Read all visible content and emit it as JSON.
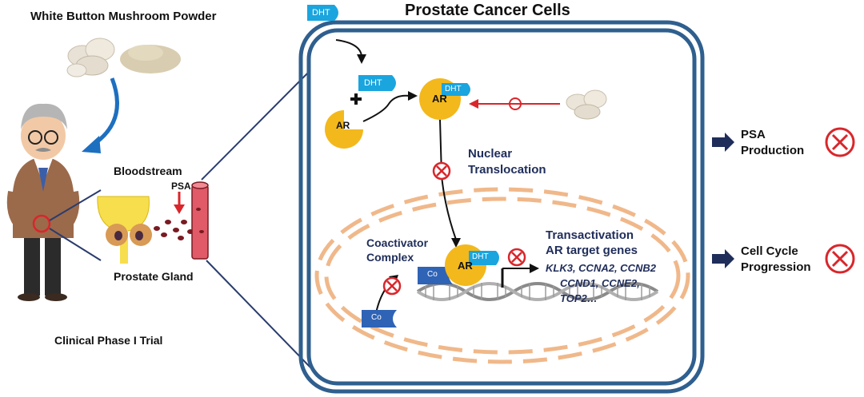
{
  "left": {
    "mushroom_title": "White Button Mushroom Powder",
    "bloodstream": "Bloodstream",
    "psa": "PSA",
    "prostate_gland": "Prostate Gland",
    "trial": "Clinical Phase I Trial"
  },
  "cell": {
    "title": "Prostate Cancer Cells",
    "dht_outside": "DHT",
    "dht_free": "DHT",
    "ar_free": "AR",
    "ar_bound": "AR",
    "dht_bound": "DHT",
    "nuclear_line1": "Nuclear",
    "nuclear_line2": "Translocation",
    "coactivator_line1": "Coactivator",
    "coactivator_line2": "Complex",
    "co_bound": "Co",
    "co_free": "Co",
    "ar_nucleus": "AR",
    "dht_nucleus": "DHT",
    "transactivation": "Transactivation",
    "ar_targets": "AR target genes",
    "genes_line1": "KLK3, CCNA2, CCNB2",
    "genes_line2": "CCND1, CCNE2,",
    "genes_line3": "TOP2…"
  },
  "outcomes": [
    {
      "line1": "PSA",
      "line2": "Production"
    },
    {
      "line1": "Cell Cycle",
      "line2": "Progression"
    }
  ],
  "colors": {
    "cell_membrane": "#2f5f8e",
    "ar_yellow": "#f3b81c",
    "dht_blue": "#1aa5df",
    "co_blue": "#2f63b5",
    "inhibit_red": "#d9262b",
    "nucleus_dash": "#f0b88a",
    "navy": "#1f2d5a"
  }
}
